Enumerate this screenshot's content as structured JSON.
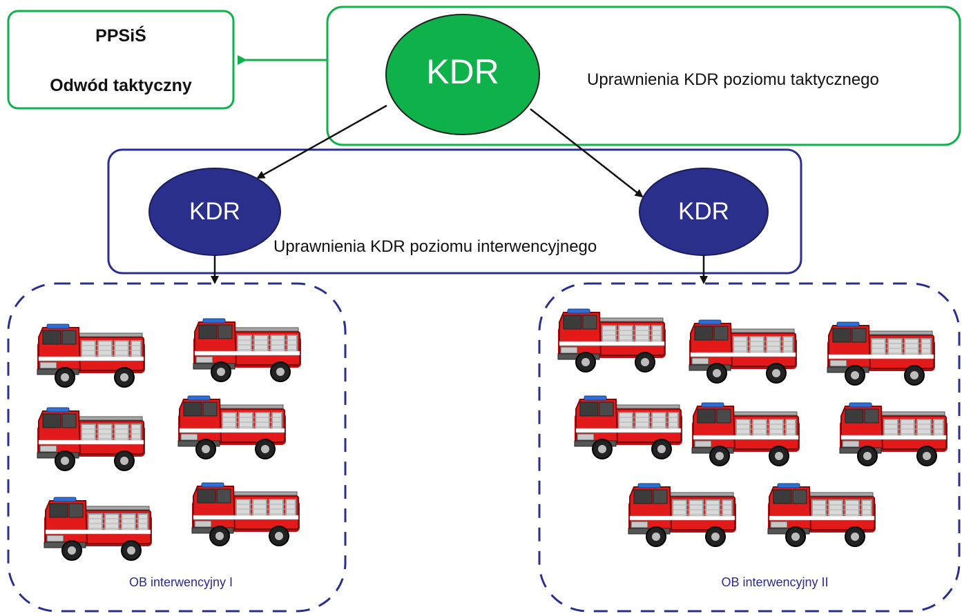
{
  "ppsis": {
    "title": "PPSiŚ",
    "subtitle": "Odwód taktyczny"
  },
  "tactical": {
    "kdr_label": "KDR",
    "caption": "Uprawnienia KDR poziomu taktycznego"
  },
  "intervention": {
    "kdr_left_label": "KDR",
    "kdr_right_label": "KDR",
    "caption": "Uprawnienia KDR poziomu interwencyjnego"
  },
  "groups": [
    {
      "label": "OB interwencyjny I",
      "truck_icon": "fire-truck-icon",
      "truck_count": 6
    },
    {
      "label": "OB interwencyjny II",
      "truck_icon": "fire-truck-icon",
      "truck_count": 8
    }
  ],
  "colors": {
    "tactical_green": "#0fb14b",
    "intervention_navy": "#2b2f8c",
    "truck_red": "#e21a1a"
  }
}
